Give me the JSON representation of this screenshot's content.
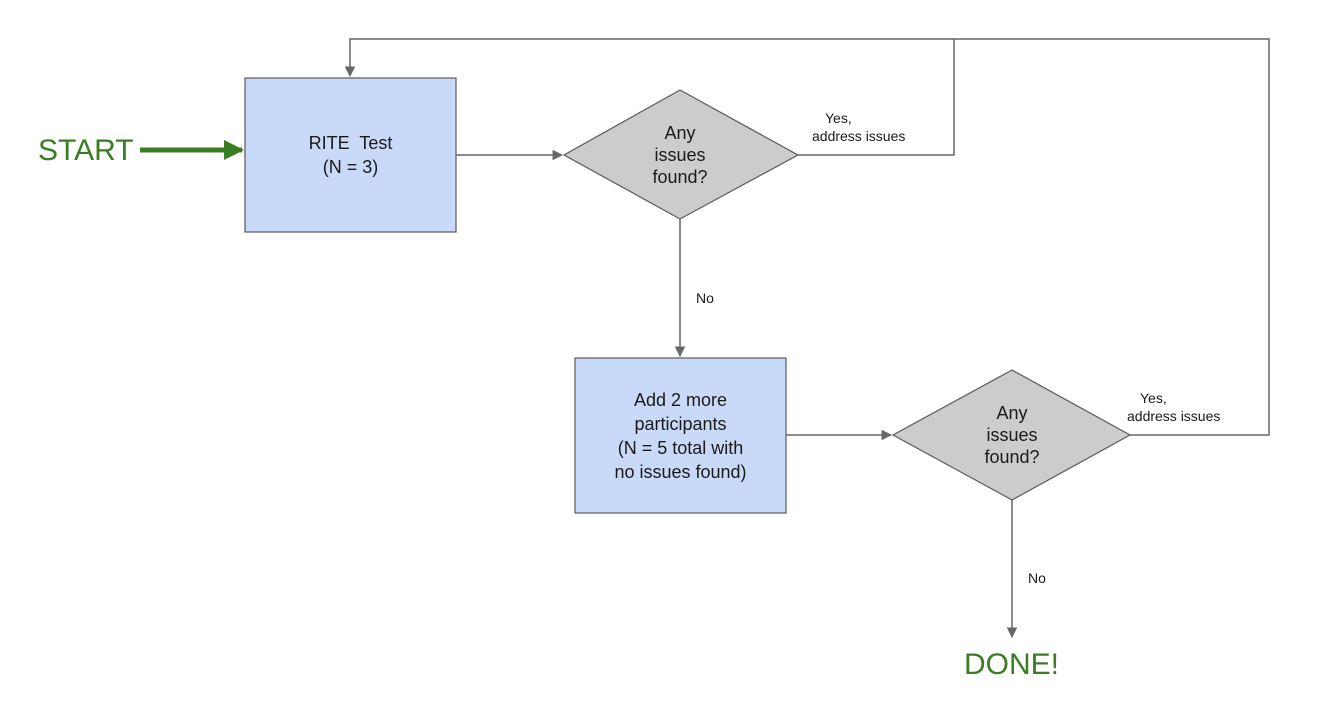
{
  "start_label": "START",
  "done_label": "DONE!",
  "nodes": {
    "rite_test": {
      "lines": [
        "RITE  Test",
        "(N = 3)"
      ]
    },
    "decision_1": {
      "lines": [
        "Any",
        "issues",
        "found?"
      ]
    },
    "add_participants": {
      "lines": [
        "Add 2 more",
        "participants",
        "(N = 5 total with",
        "no issues found)"
      ]
    },
    "decision_2": {
      "lines": [
        "Any",
        "issues",
        "found?"
      ]
    }
  },
  "edges": {
    "yes_1": {
      "lines": [
        "Yes,",
        "address issues"
      ]
    },
    "no_1": "No",
    "yes_2": {
      "lines": [
        "Yes,",
        "address issues"
      ]
    },
    "no_2": "No"
  },
  "colors": {
    "box_fill": "#c9daf8",
    "diamond_fill": "#cccccc",
    "stroke": "#595959",
    "connector": "#666666",
    "terminal_green": "#3a7d22"
  }
}
